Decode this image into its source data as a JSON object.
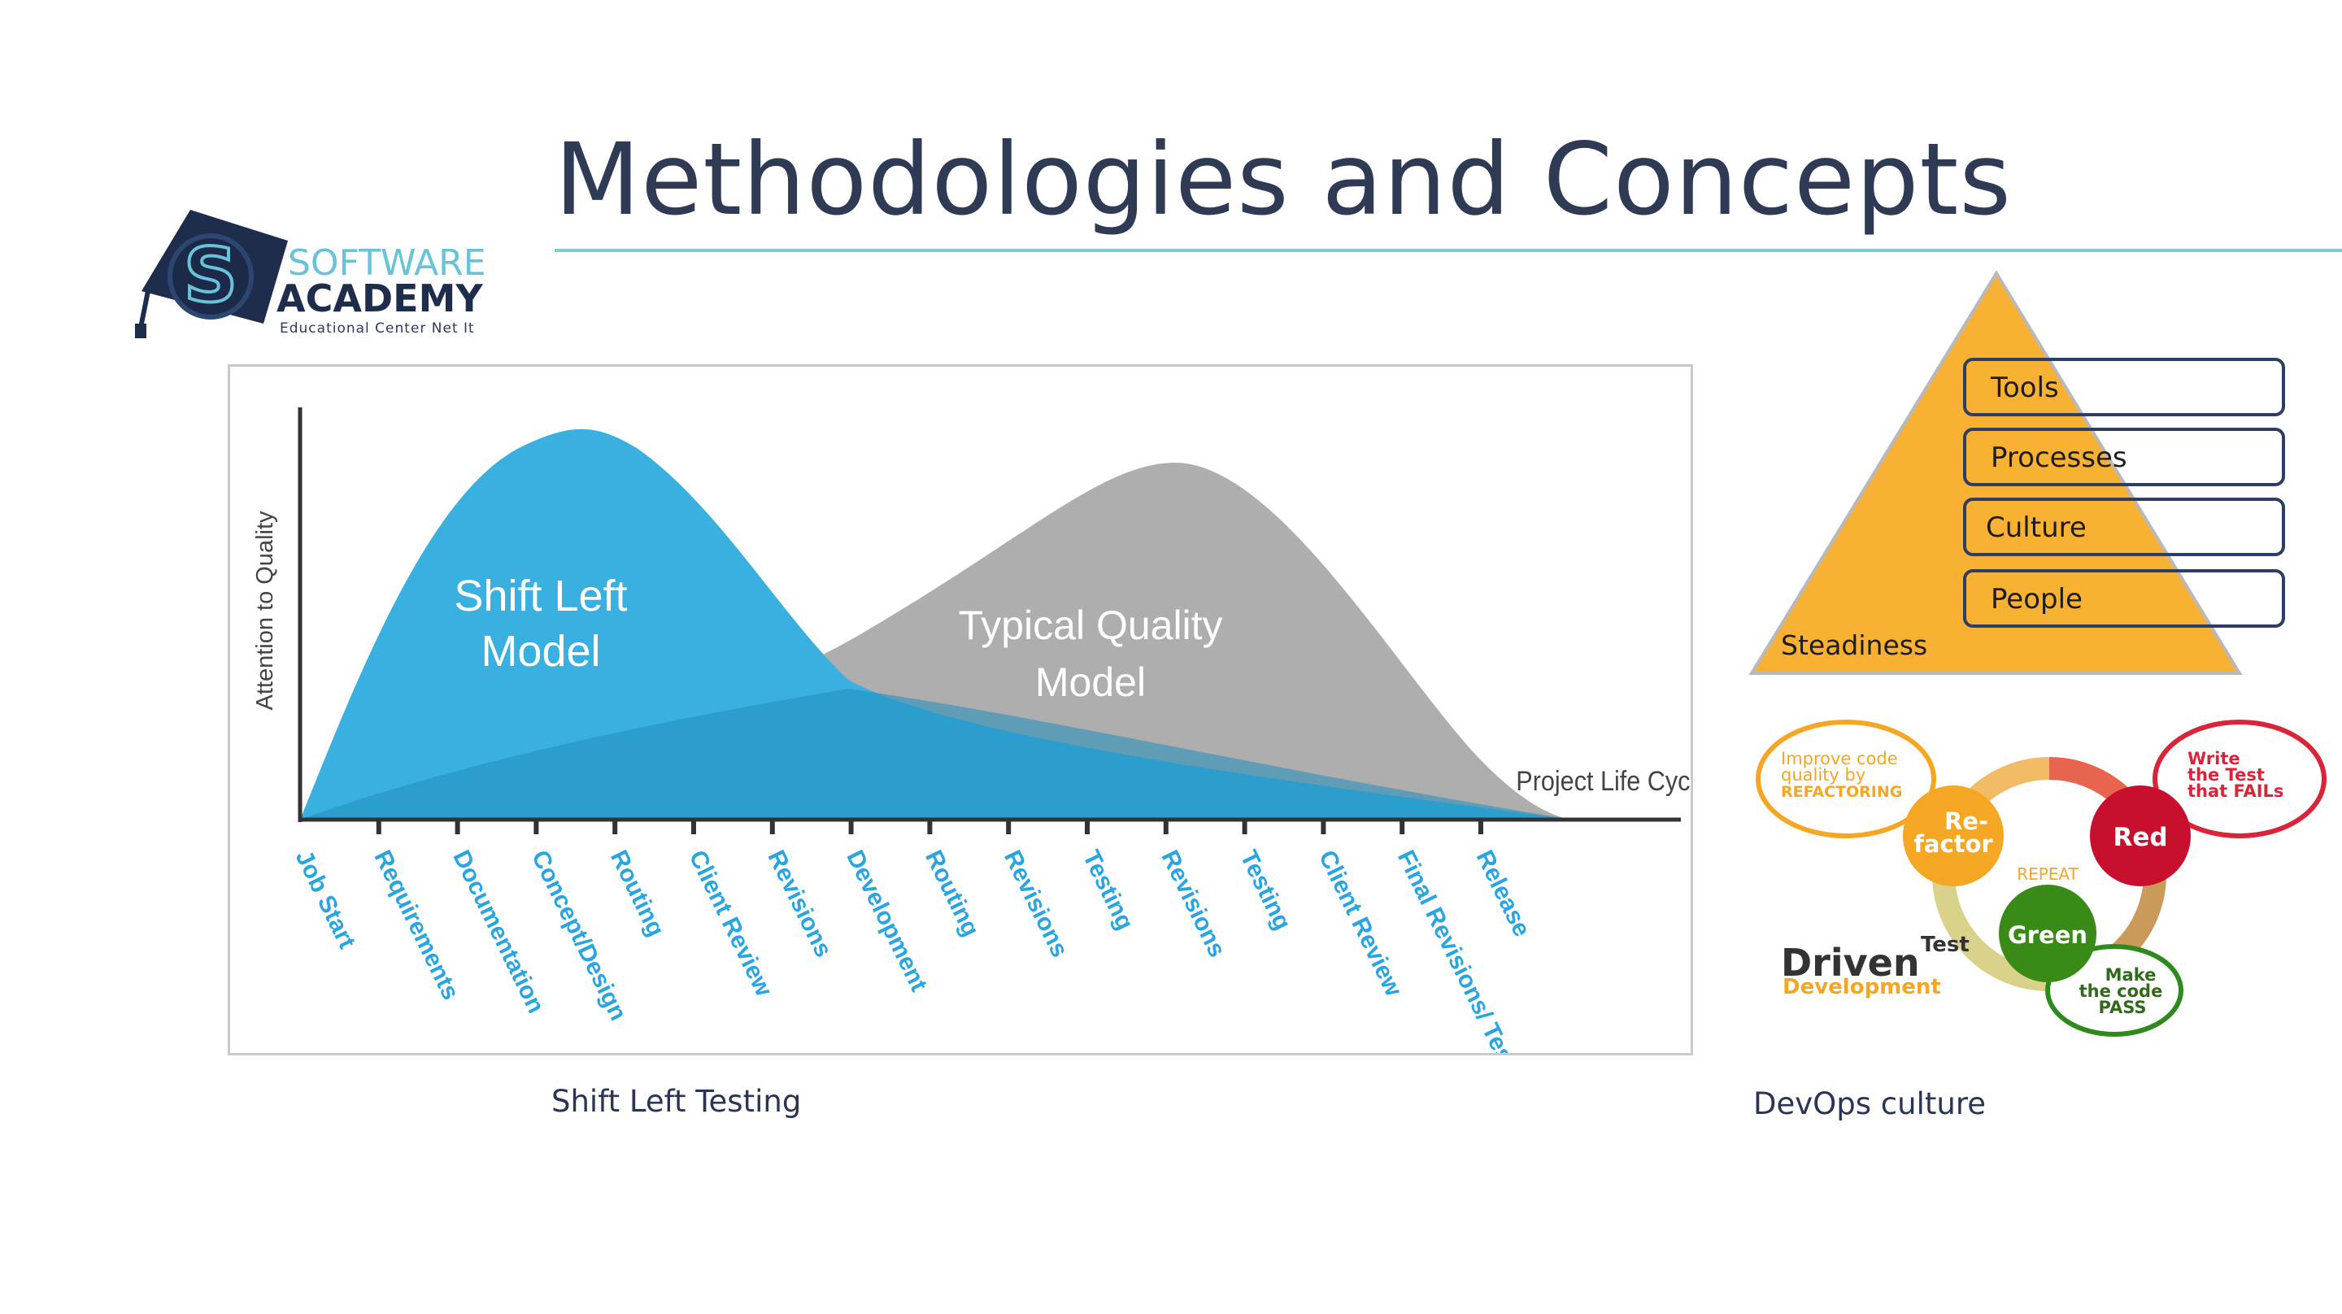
{
  "slide": {
    "title": "Methodologies and Concepts",
    "accent_color": "#7fcbd8",
    "title_color": "#2f3a55"
  },
  "logo": {
    "line1": "SOFTWARE",
    "line2": "ACADEMY",
    "line3": "Educational Center Net It",
    "icon": "graduation-cap-s-icon"
  },
  "shift_left": {
    "caption": "Shift Left Testing",
    "y_axis_label": "Attention to Quality",
    "x_axis_label": "Project Life Cycle",
    "curve_left_label_1": "Shift Left",
    "curve_left_label_2": "Model",
    "curve_right_label_1": "Typical Quality",
    "curve_right_label_2": "Model",
    "left_color": "#3ab0e0",
    "right_color": "#aeaeae",
    "phases": [
      "Job Start",
      "Requirements",
      "Documentation",
      "Concept/Design",
      "Routing",
      "Client Review",
      "Revisions",
      "Development",
      "Routing",
      "Revisions",
      "Testing",
      "Revisions",
      "Testing",
      "Client Review",
      "Final Revisions/ Testing",
      "Release"
    ],
    "phase_color": "#2aa5e0"
  },
  "devops": {
    "caption": "DevOps culture",
    "layers": [
      "Tools",
      "Processes",
      "Culture",
      "People"
    ],
    "base_label": "Steadiness",
    "pyramid_color": "#f8b133"
  },
  "tdd": {
    "refactor_bubble": [
      "Improve code",
      "quality by",
      "REFACTORING"
    ],
    "refactor_label": [
      "Re-",
      "factor"
    ],
    "red_bubble": [
      "Write",
      "the Test",
      "that FAILs"
    ],
    "red_label": "Red",
    "green_bubble": [
      "Make",
      "the code",
      "PASS"
    ],
    "green_label": "Green",
    "repeat_label": "REPEAT",
    "title_small": "Test",
    "title_big": "Driven",
    "title_sub": "Development"
  }
}
